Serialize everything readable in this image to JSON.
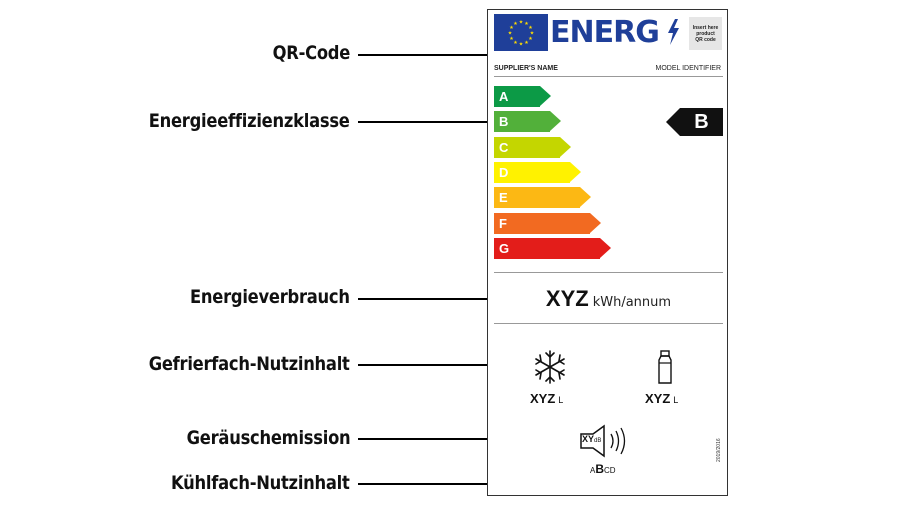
{
  "callouts": {
    "qr_code": "QR-Code",
    "efficiency_class": "Energieeffizienzklasse",
    "consumption": "Energieverbrauch",
    "freezer_volume": "Gefrierfach-Nutzinhalt",
    "noise": "Geräuschemission",
    "fridge_volume": "Kühlfach-Nutzinhalt"
  },
  "label": {
    "brand": "ENERG",
    "qr_placeholder": [
      "Insert here",
      "product",
      "QR code"
    ],
    "supplier": "SUPPLIER'S NAME",
    "model": "MODEL IDENTIFIER",
    "scale": [
      {
        "letter": "A",
        "color": "#0c9a46"
      },
      {
        "letter": "B",
        "color": "#52b03a"
      },
      {
        "letter": "C",
        "color": "#c4d600"
      },
      {
        "letter": "D",
        "color": "#fff200"
      },
      {
        "letter": "E",
        "color": "#fcb814"
      },
      {
        "letter": "F",
        "color": "#f26a21"
      },
      {
        "letter": "G",
        "color": "#e31d1a"
      }
    ],
    "selected_class": "B",
    "consumption_value": "XYZ",
    "consumption_unit": "kWh/annum",
    "freezer_value": "XYZ",
    "freezer_unit": "L",
    "fridge_value": "XYZ",
    "fridge_unit": "L",
    "noise_value": "XY",
    "noise_unit": "dB",
    "noise_classes": {
      "a": "A",
      "b": "B",
      "cd": "CD"
    },
    "regulation": "2019/2016"
  },
  "colors": {
    "eu_blue": "#1f3f99",
    "eu_star": "#ffdd00",
    "indicator": "#111111"
  }
}
